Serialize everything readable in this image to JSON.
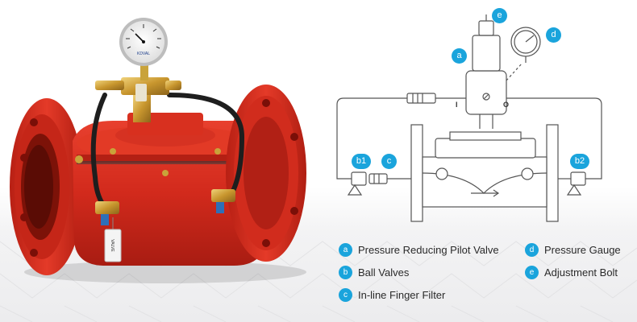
{
  "colors": {
    "accent": "#1aa4dc",
    "valve_red": "#d8281c",
    "line": "#555555",
    "text": "#2a2a2a"
  },
  "icons": [
    "pressure-gauge-icon",
    "valve-photo"
  ],
  "photo": {
    "gauge_brand_text": "KDVAL",
    "tag_text": "VALVE"
  },
  "schematic": {
    "markers": {
      "a": "a",
      "b1": "b1",
      "b2": "b2",
      "c": "c",
      "d": "d",
      "e": "e"
    },
    "inlet_label": "I",
    "outlet_label": "O"
  },
  "legend": [
    {
      "key": "a",
      "label": "Pressure Reducing Pilot Valve"
    },
    {
      "key": "b",
      "label": "Ball Valves"
    },
    {
      "key": "c",
      "label": "In-line Finger Filter"
    },
    {
      "key": "d",
      "label": "Pressure Gauge"
    },
    {
      "key": "e",
      "label": "Adjustment Bolt"
    }
  ]
}
